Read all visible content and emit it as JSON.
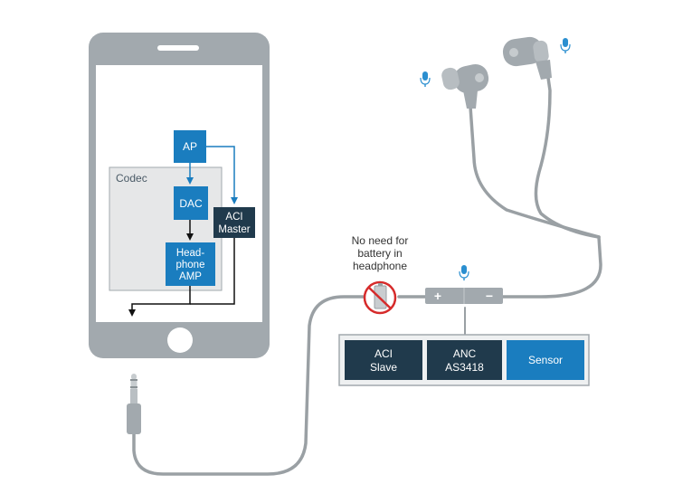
{
  "phone": {
    "codec": {
      "label": "Codec"
    },
    "ap": {
      "label": "AP"
    },
    "dac": {
      "label": "DAC"
    },
    "aci_master": {
      "line1": "ACI",
      "line2": "Master"
    },
    "amp": {
      "line1": "Head-",
      "line2": "phone",
      "line3": "AMP"
    }
  },
  "battery_note": {
    "line1": "No need for",
    "line2": "battery in",
    "line3": "headphone"
  },
  "remote": {
    "plus": "+",
    "minus": "−"
  },
  "modules": [
    {
      "line1": "ACI",
      "line2": "Slave"
    },
    {
      "line1": "ANC",
      "line2": "AS3418"
    },
    {
      "line1": "Sensor",
      "line2": ""
    }
  ],
  "colors": {
    "device_gray": "#a2a9ae",
    "cable_gray": "#9aa0a4",
    "blue": "#1a7dbf",
    "dark_navy": "#203a4c",
    "red": "#d62b2b",
    "mic_blue": "#2b8fd0"
  },
  "icons": [
    "microphone-icon",
    "battery-crossed-icon",
    "audio-jack-plug-icon",
    "home-button-icon",
    "earbud-icon"
  ]
}
